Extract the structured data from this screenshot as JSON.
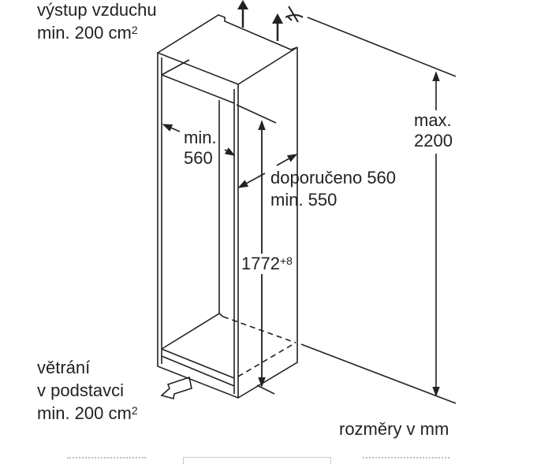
{
  "labels": {
    "air_out_line1": "výstup vzduchu",
    "air_out_line2": "min. 200 cm",
    "air_out_sup": "2",
    "width_line1": "min.",
    "width_line2": "560",
    "depth_line1": "doporučeno 560",
    "depth_line2": "min. 550",
    "height_value": "1772",
    "height_tolerance": "+8",
    "max_line1": "max.",
    "max_line2": "2200",
    "vent_line1": "větrání",
    "vent_line2": "v podstavci",
    "vent_line3": "min. 200 cm",
    "vent_sup": "2",
    "units": "rozměry v mm"
  },
  "colors": {
    "line": "#222222",
    "thumb": "#c8c8c8"
  }
}
